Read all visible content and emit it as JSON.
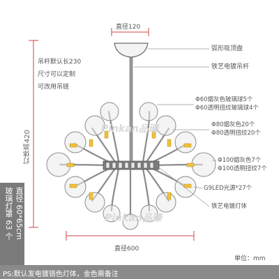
{
  "dims": {
    "top_width": "直径120",
    "bottom_width": "直径600",
    "height": "灯体高420",
    "unit": "单位：mm"
  },
  "left_notes": [
    "吊杆默认长230",
    "尺寸可以定制",
    "可改用吊链"
  ],
  "callouts": {
    "canopy": "弧形吸顶盘",
    "rod": "铁艺电镀吊杆",
    "g60_a": "Φ60烟灰色玻璃球5个",
    "g60_b": "Φ60透明扭纹玻璃球4个",
    "g80_a": "Φ80烟灰色20个",
    "g80_b": "Φ80透明扭纹20个",
    "g100_a": "Φ100烟灰色7个",
    "g100_b": "Φ100透明扭纹7个",
    "light": "G9LED光源*27个",
    "body": "铁艺电镀灯体"
  },
  "glass_box": {
    "line1": "玻璃灯罩 63 个",
    "line2": "直径 60*65cm"
  },
  "ps_note": "PS:默认发电镀铬色灯体，金色需备注",
  "watermark": "Pinkan品瑧",
  "colors": {
    "gray_box": "#7a7a7a",
    "line": "#d04545",
    "ps_bar": "#8a8a8a"
  }
}
